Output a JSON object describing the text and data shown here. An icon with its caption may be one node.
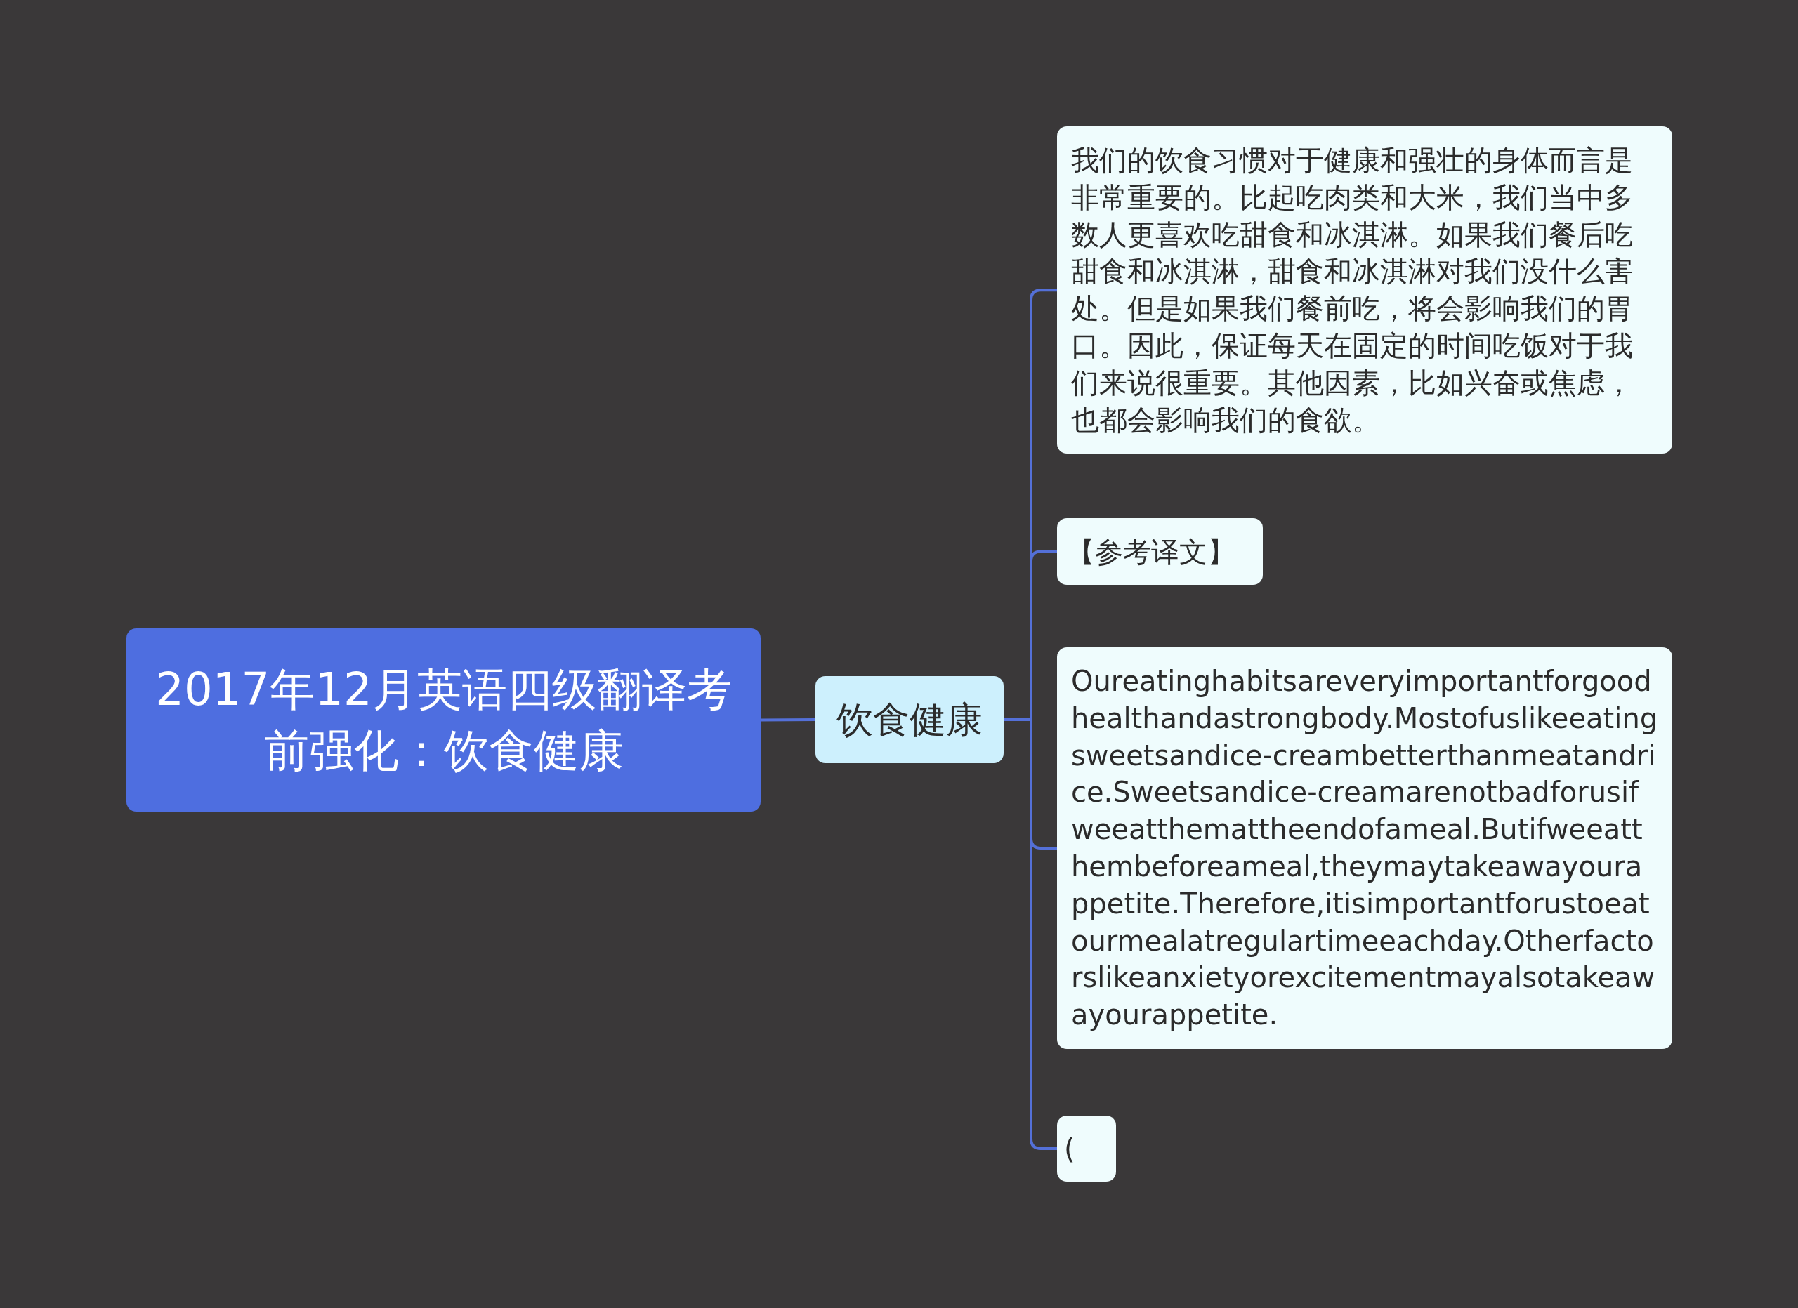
{
  "diagram": {
    "nodes": [
      {
        "text": [
          "2017年12月英语四级翻译考前强化：饮食健康"
        ]
      },
      {
        "text": [
          "饮食健康"
        ]
      },
      {
        "text": [
          "我们的饮食习惯对于健康和强壮的身体而言是非常重要的。比起吃肉类和大米，我们当中多数人更喜欢吃甜食和冰淇淋。如果我们餐后吃甜食和冰淇淋，甜食和冰淇淋对我们没什么害处。但是如果我们餐前吃，将会影响我们的胃口。因此，保证每天在固定的时间吃饭对于我们来说很重要。其他因素，比如兴奋或焦虑，也都会影响我们的食欲。"
        ]
      },
      {
        "text": [
          "【参考译文】"
        ]
      },
      {
        "text": [
          "Oureatinghabitsareveryimportantforgoodhealthandastrongbody.Mostofuslikeeatingsweetsandice-creambetterthanmeatandrice.Sweetsandice-creamarenotbadforusifweeatthemattheendofameal.Butifweeatthembeforeameal,theymaytakeawayourappetite.Therefore,itisimportantforustoeatourmealatregulartimeeachday.Otherfactorslikeanxietyorexcitementmayalsotakeawayourappetite."
        ]
      },
      {
        "text": [
          "("
        ]
      }
    ],
    "edges": [
      {
        "from": 0,
        "to": 1,
        "arrow": "none"
      },
      {
        "from": 1,
        "to": 2,
        "arrow": "none"
      },
      {
        "from": 1,
        "to": 3,
        "arrow": "none"
      },
      {
        "from": 1,
        "to": 4,
        "arrow": "none"
      },
      {
        "from": 1,
        "to": 5,
        "arrow": "none"
      }
    ]
  }
}
